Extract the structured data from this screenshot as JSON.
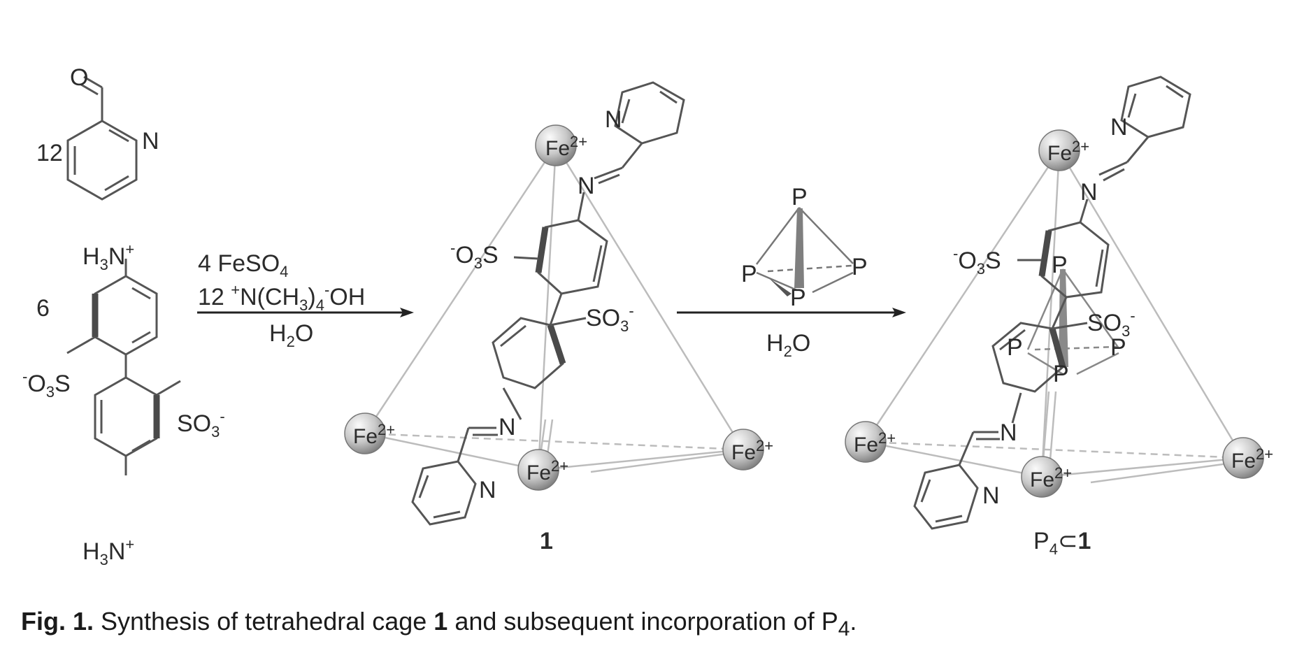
{
  "reagents": {
    "aldehyde_count": "12",
    "diamine_count": "6",
    "conditions_1": {
      "line1": "4  FeSO",
      "line1_sub": "4",
      "line2_pre": "12 ",
      "line2_sup": "+",
      "line2_main": "N(CH",
      "line2_sub3": "3",
      "line2_close": ")",
      "line2_sub4": "4",
      "line2_sup2": "-",
      "line2_end": "OH",
      "line3": "H",
      "line3_sub": "2",
      "line3_end": "O"
    },
    "conditions_2": {
      "solvent": "H",
      "solvent_sub": "2",
      "solvent_end": "O"
    }
  },
  "atoms": {
    "O": "O",
    "N": "N",
    "P": "P",
    "Fe": "Fe",
    "charge_2plus": "2+",
    "H3N_H": "H",
    "H3N_sub": "3",
    "H3N_N": "N",
    "H3N_sup": "+",
    "so3": "SO",
    "so3_sub": "3",
    "so3_sup": "-",
    "o3s_sup": "-",
    "o3s_O": "O",
    "o3s_sub": "3",
    "o3s_S": "S"
  },
  "compounds": {
    "cage_label": "1",
    "host_guest_prefix": "P",
    "host_guest_sub": "4",
    "host_guest_symbol": "⊂",
    "host_guest_num": "1"
  },
  "caption": {
    "fig_label": "Fig. 1.",
    "text_before": " Synthesis of tetrahedral cage ",
    "compound": "1",
    "text_after": " and subsequent incorporation of P",
    "subscript": "4",
    "end": "."
  },
  "colors": {
    "bond": "#555555",
    "bond_bold": "#4a4a4a",
    "cage_edge": "#bbbbbb",
    "sphere_light": "#f4f4f4",
    "sphere_dark": "#8f8f8f"
  }
}
